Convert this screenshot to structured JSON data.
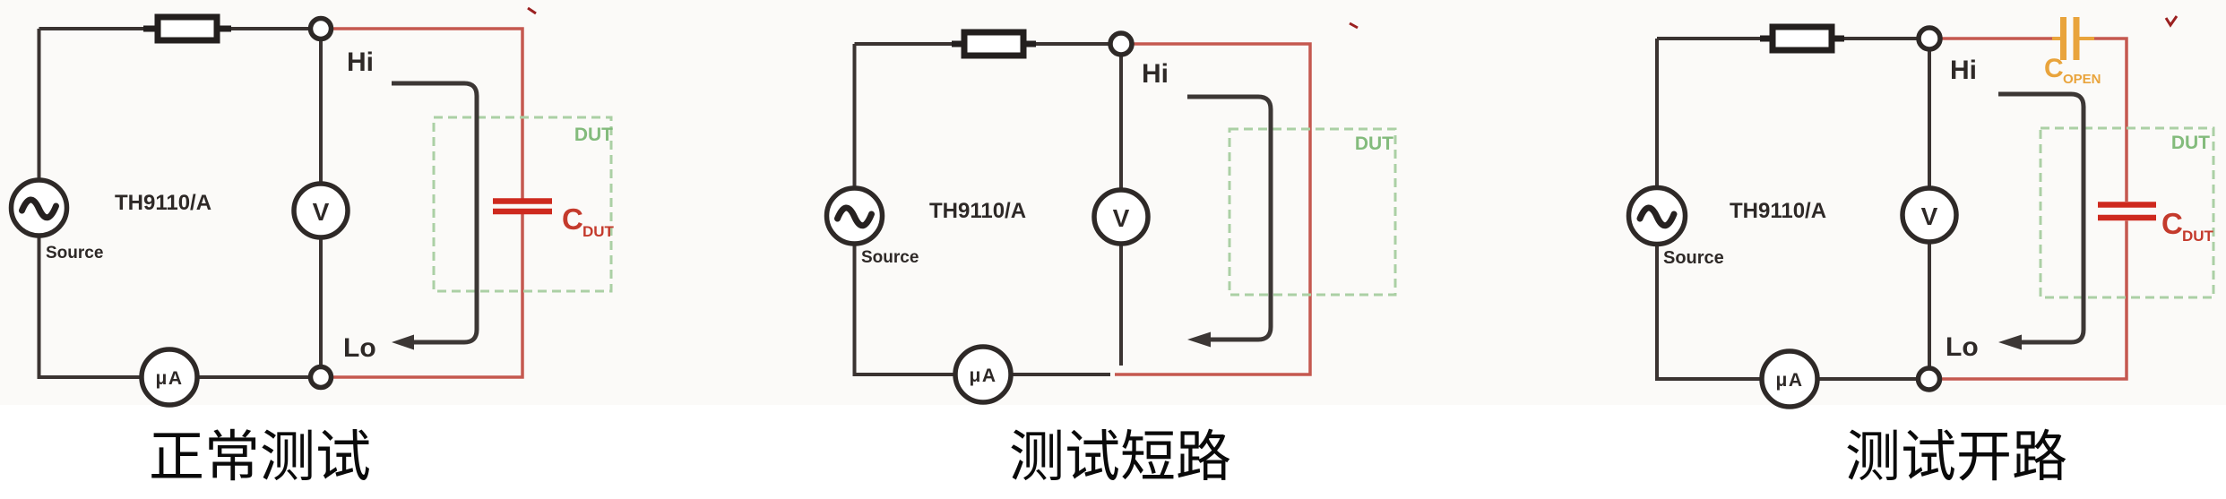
{
  "colors": {
    "circuit_line": "#3a3331",
    "red_test_lead": "#c5584f",
    "capacitor_red": "#ce291e",
    "open_capacitor_orange": "#e9a43c",
    "dut_box_green": "#abd0a5",
    "dut_label_green": "#83bb7c",
    "caption_black": "#0a0a0a"
  },
  "panels": [
    {
      "caption": "正常测试",
      "instrument": {
        "model": "TH9110/A",
        "source": "Source",
        "voltmeter": "V",
        "ammeter": "μA"
      },
      "terminals": {
        "hi": "Hi",
        "lo": "Lo"
      },
      "dut": {
        "box": "DUT",
        "cap_main": "C",
        "cap_sub": "DUT"
      }
    },
    {
      "caption": "测试短路",
      "instrument": {
        "model": "TH9110/A",
        "source": "Source",
        "voltmeter": "V",
        "ammeter": "μA"
      },
      "terminals": {
        "hi": "Hi"
      },
      "dut": {
        "box": "DUT"
      }
    },
    {
      "caption": "测试开路",
      "instrument": {
        "model": "TH9110/A",
        "source": "Source",
        "voltmeter": "V",
        "ammeter": "μA"
      },
      "terminals": {
        "hi": "Hi",
        "lo": "Lo"
      },
      "dut": {
        "box": "DUT",
        "cap_main": "C",
        "cap_sub": "DUT"
      },
      "open_cap": {
        "main": "C",
        "sub": "OPEN"
      }
    }
  ]
}
